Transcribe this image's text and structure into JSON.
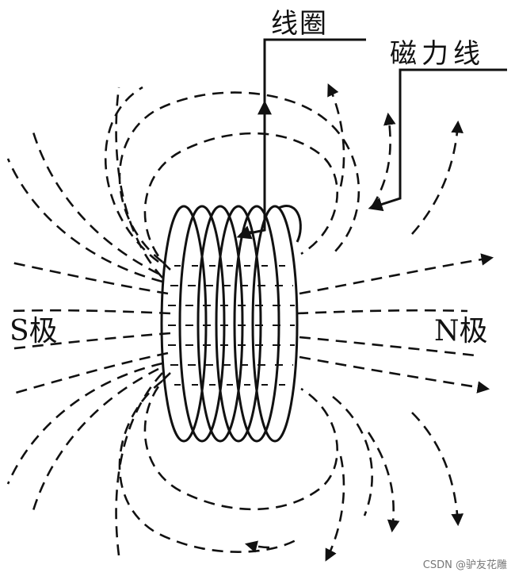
{
  "labels": {
    "coil": "线圈",
    "field_lines": "磁力线",
    "s_pole": "S极",
    "n_pole": "N极"
  },
  "watermark": "CSDN @驴友花雕",
  "colors": {
    "ink": "#111111",
    "background": "#ffffff"
  }
}
